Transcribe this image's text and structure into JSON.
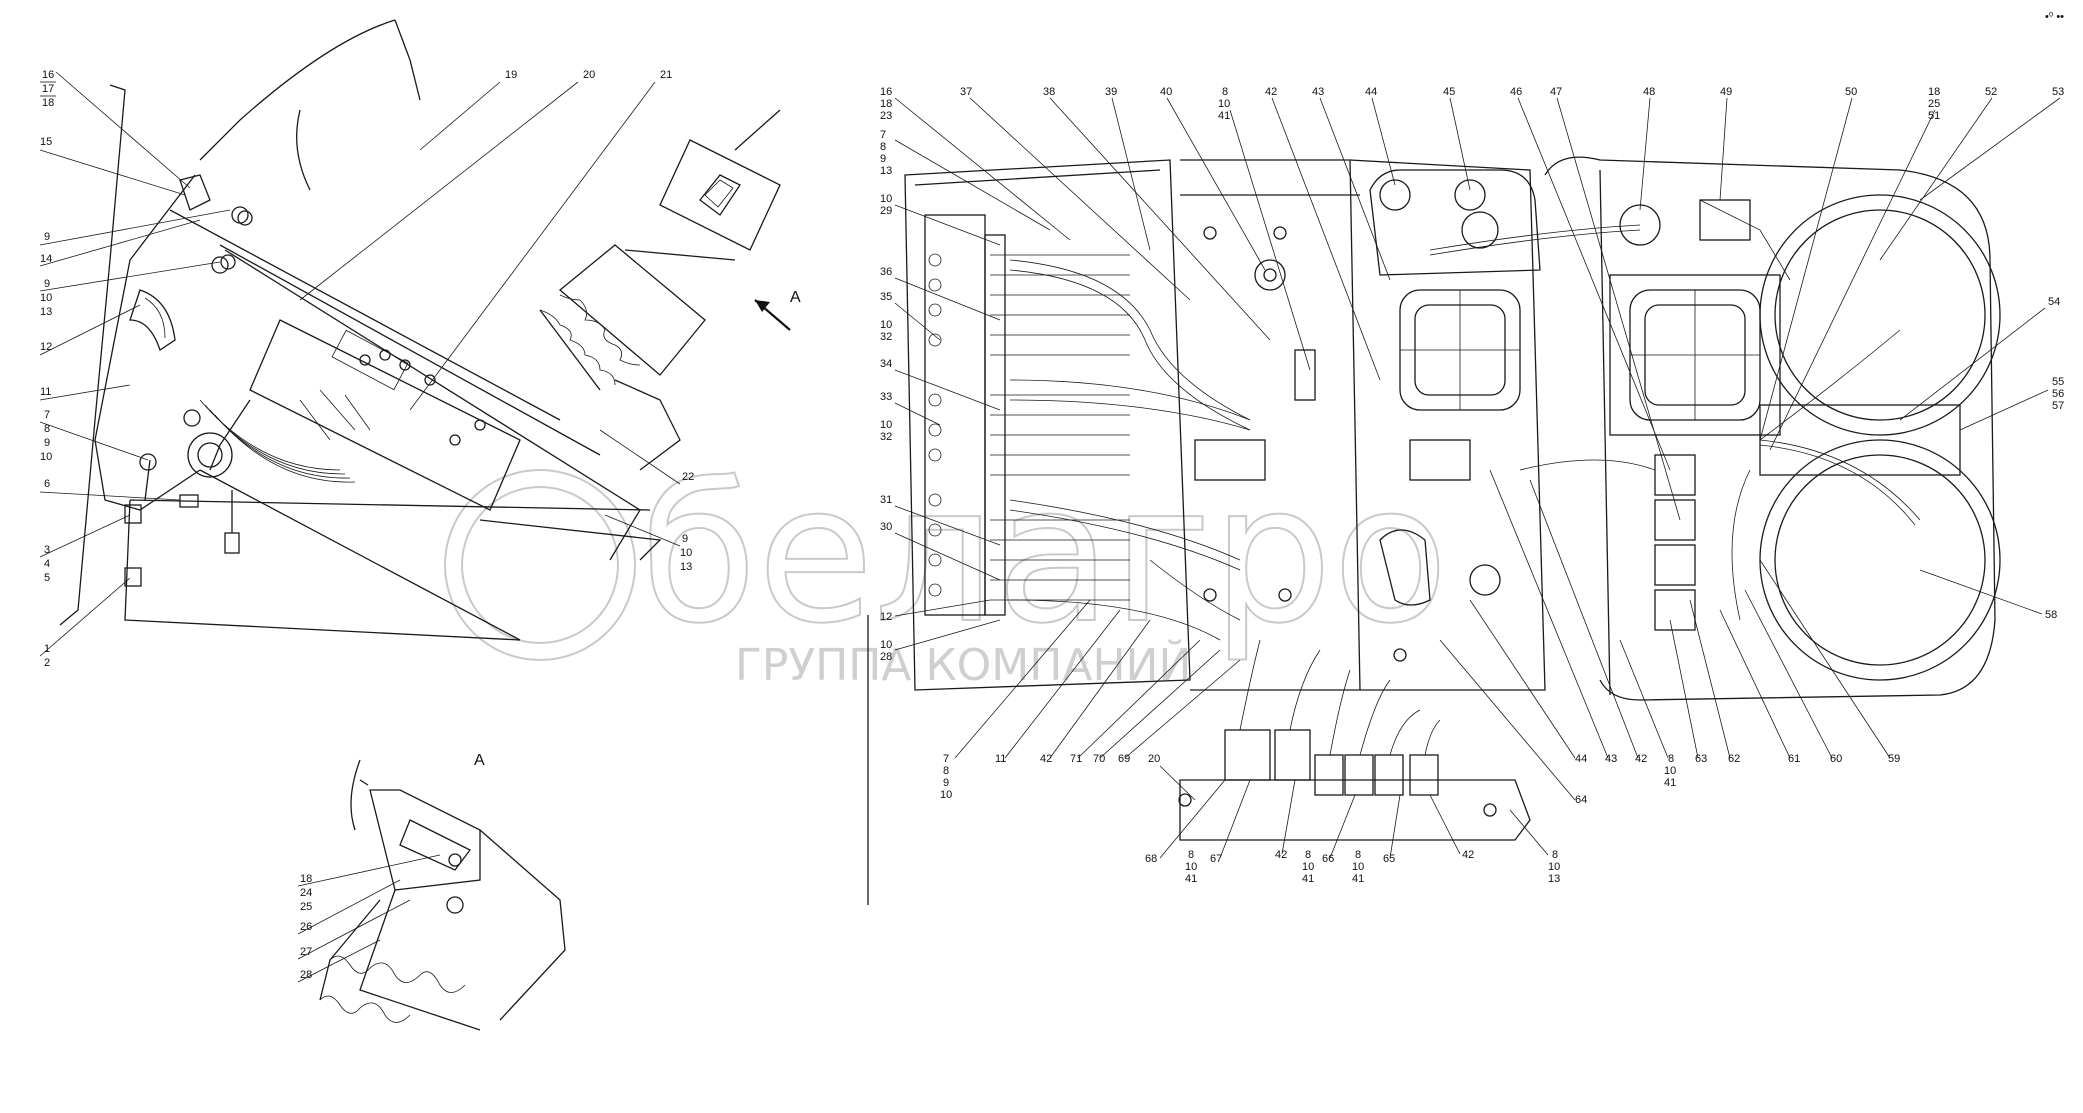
{
  "watermark": {
    "brand": "белагро",
    "tagline": "ГРУППА КОМПАНИЙ"
  },
  "view_label": "А",
  "view_title": "А",
  "corner_mark": "•⁰ ••",
  "left_callouts": [
    {
      "id": "c16",
      "text": "16"
    },
    {
      "id": "c17",
      "text": "17"
    },
    {
      "id": "c18",
      "text": "18"
    },
    {
      "id": "c15",
      "text": "15"
    },
    {
      "id": "c9a",
      "text": "9"
    },
    {
      "id": "c14",
      "text": "14"
    },
    {
      "id": "c9b",
      "text": "9"
    },
    {
      "id": "c10a",
      "text": "10"
    },
    {
      "id": "c13a",
      "text": "13"
    },
    {
      "id": "c12",
      "text": "12"
    },
    {
      "id": "c11",
      "text": "11"
    },
    {
      "id": "c7",
      "text": "7"
    },
    {
      "id": "c8",
      "text": "8"
    },
    {
      "id": "c9c",
      "text": "9"
    },
    {
      "id": "c10b",
      "text": "10"
    },
    {
      "id": "c6",
      "text": "6"
    },
    {
      "id": "c3",
      "text": "3"
    },
    {
      "id": "c4",
      "text": "4"
    },
    {
      "id": "c5",
      "text": "5"
    },
    {
      "id": "c1",
      "text": "1"
    },
    {
      "id": "c2",
      "text": "2"
    },
    {
      "id": "c19",
      "text": "19"
    },
    {
      "id": "c20",
      "text": "20"
    },
    {
      "id": "c21",
      "text": "21"
    },
    {
      "id": "c22",
      "text": "22"
    },
    {
      "id": "c9d",
      "text": "9"
    },
    {
      "id": "c10c",
      "text": "10"
    },
    {
      "id": "c13b",
      "text": "13"
    }
  ],
  "inset_callouts": [
    {
      "id": "i18",
      "text": "18"
    },
    {
      "id": "i24",
      "text": "24"
    },
    {
      "id": "i25",
      "text": "25"
    },
    {
      "id": "i26",
      "text": "26"
    },
    {
      "id": "i27",
      "text": "27"
    },
    {
      "id": "i28",
      "text": "28"
    }
  ],
  "right_top_callouts": [
    {
      "id": "t16",
      "text": "16"
    },
    {
      "id": "t18",
      "text": "18"
    },
    {
      "id": "t23",
      "text": "23"
    },
    {
      "id": "t37",
      "text": "37"
    },
    {
      "id": "t38",
      "text": "38"
    },
    {
      "id": "t39",
      "text": "39"
    },
    {
      "id": "t40",
      "text": "40"
    },
    {
      "id": "t8",
      "text": "8"
    },
    {
      "id": "t10",
      "text": "10"
    },
    {
      "id": "t41",
      "text": "41"
    },
    {
      "id": "t42",
      "text": "42"
    },
    {
      "id": "t43",
      "text": "43"
    },
    {
      "id": "t44",
      "text": "44"
    },
    {
      "id": "t45",
      "text": "45"
    },
    {
      "id": "t46",
      "text": "46"
    },
    {
      "id": "t47",
      "text": "47"
    },
    {
      "id": "t48",
      "text": "48"
    },
    {
      "id": "t49",
      "text": "49"
    },
    {
      "id": "t50",
      "text": "50"
    },
    {
      "id": "t18b",
      "text": "18"
    },
    {
      "id": "t25",
      "text": "25"
    },
    {
      "id": "t51",
      "text": "51"
    },
    {
      "id": "t52",
      "text": "52"
    },
    {
      "id": "t53",
      "text": "53"
    }
  ],
  "right_side_callouts": [
    {
      "id": "s7",
      "text": "7"
    },
    {
      "id": "s8",
      "text": "8"
    },
    {
      "id": "s9",
      "text": "9"
    },
    {
      "id": "s13",
      "text": "13"
    },
    {
      "id": "s10a",
      "text": "10"
    },
    {
      "id": "s29",
      "text": "29"
    },
    {
      "id": "s36",
      "text": "36"
    },
    {
      "id": "s35",
      "text": "35"
    },
    {
      "id": "s10b",
      "text": "10"
    },
    {
      "id": "s32a",
      "text": "32"
    },
    {
      "id": "s34",
      "text": "34"
    },
    {
      "id": "s33",
      "text": "33"
    },
    {
      "id": "s10c",
      "text": "10"
    },
    {
      "id": "s32b",
      "text": "32"
    },
    {
      "id": "s31",
      "text": "31"
    },
    {
      "id": "s30",
      "text": "30"
    },
    {
      "id": "s12",
      "text": "12"
    },
    {
      "id": "s10d",
      "text": "10"
    },
    {
      "id": "s28",
      "text": "28"
    },
    {
      "id": "s54",
      "text": "54"
    },
    {
      "id": "s55",
      "text": "55"
    },
    {
      "id": "s56",
      "text": "56"
    },
    {
      "id": "s57",
      "text": "57"
    },
    {
      "id": "s58",
      "text": "58"
    }
  ],
  "right_bottom_callouts": [
    {
      "id": "b7",
      "text": "7"
    },
    {
      "id": "b8",
      "text": "8"
    },
    {
      "id": "b9",
      "text": "9"
    },
    {
      "id": "b10",
      "text": "10"
    },
    {
      "id": "b11",
      "text": "11"
    },
    {
      "id": "b42",
      "text": "42"
    },
    {
      "id": "b71",
      "text": "71"
    },
    {
      "id": "b70",
      "text": "70"
    },
    {
      "id": "b69",
      "text": "69"
    },
    {
      "id": "b20",
      "text": "20"
    },
    {
      "id": "b68",
      "text": "68"
    },
    {
      "id": "b67",
      "text": "67"
    },
    {
      "id": "b8b",
      "text": "8"
    },
    {
      "id": "b10b",
      "text": "10"
    },
    {
      "id": "b41b",
      "text": "41"
    },
    {
      "id": "b42b",
      "text": "42"
    },
    {
      "id": "b66",
      "text": "66"
    },
    {
      "id": "b8c",
      "text": "8"
    },
    {
      "id": "b10c",
      "text": "10"
    },
    {
      "id": "b41c",
      "text": "41"
    },
    {
      "id": "b65",
      "text": "65"
    },
    {
      "id": "b8d",
      "text": "8"
    },
    {
      "id": "b10d",
      "text": "10"
    },
    {
      "id": "b41d",
      "text": "41"
    },
    {
      "id": "b42c",
      "text": "42"
    },
    {
      "id": "b8e",
      "text": "8"
    },
    {
      "id": "b10e",
      "text": "10"
    },
    {
      "id": "b13e",
      "text": "13"
    },
    {
      "id": "b64",
      "text": "64"
    },
    {
      "id": "b44",
      "text": "44"
    },
    {
      "id": "b43",
      "text": "43"
    },
    {
      "id": "b42d",
      "text": "42"
    },
    {
      "id": "b8f",
      "text": "8"
    },
    {
      "id": "b10f",
      "text": "10"
    },
    {
      "id": "b41f",
      "text": "41"
    },
    {
      "id": "b63",
      "text": "63"
    },
    {
      "id": "b62",
      "text": "62"
    },
    {
      "id": "b61",
      "text": "61"
    },
    {
      "id": "b60",
      "text": "60"
    },
    {
      "id": "b59",
      "text": "59"
    }
  ]
}
